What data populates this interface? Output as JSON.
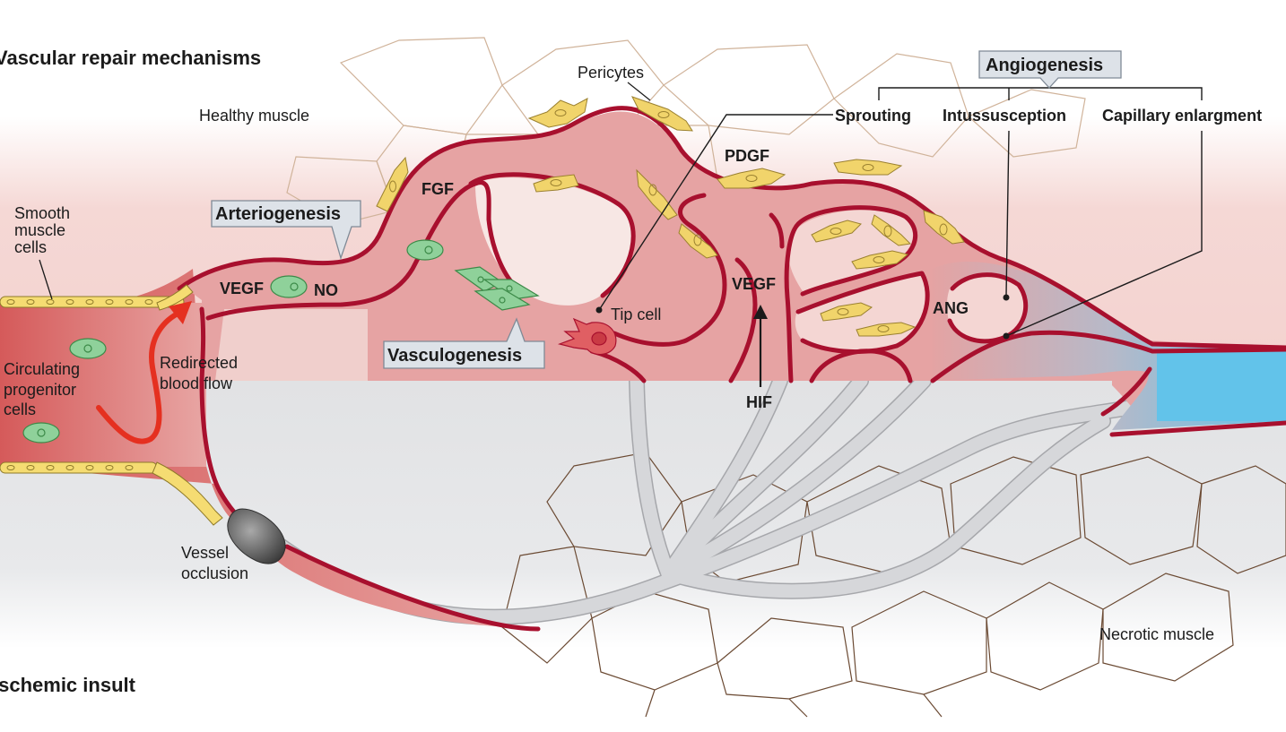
{
  "titles": {
    "top": "Vascular repair mechanisms",
    "bottom": "Ischemic insult"
  },
  "regions": {
    "healthy": "Healthy muscle",
    "necrotic": "Necrotic muscle"
  },
  "labels": {
    "smooth_muscle_cells": [
      "Smooth",
      "muscle",
      "cells"
    ],
    "circulating_progenitor_cells": [
      "Circulating",
      "progenitor",
      "cells"
    ],
    "redirected_blood_flow": [
      "Redirected",
      "blood flow"
    ],
    "vessel_occlusion": [
      "Vessel",
      "occlusion"
    ],
    "pericytes": "Pericytes",
    "tip_cell": "Tip cell"
  },
  "mechanisms": {
    "arteriogenesis": "Arteriogenesis",
    "vasculogenesis": "Vasculogenesis",
    "angiogenesis": "Angiogenesis",
    "angiogenesis_types": [
      "Sprouting",
      "Intussusception",
      "Capillary enlargment"
    ]
  },
  "factors": {
    "vegf_left": "VEGF",
    "no": "NO",
    "fgf": "FGF",
    "pdgf": "PDGF",
    "vegf_mid": "VEGF",
    "hif": "HIF",
    "ang": "ANG"
  },
  "colors": {
    "vessel_wall": "#a8102e",
    "vessel_fill": "#e6a3a3",
    "vessel_dark": "#d15b5b",
    "healthy_band": "#f5d8d5",
    "necrotic_band": "#e3e4e6",
    "dead_vessel": "#d4d5d8",
    "blue_flow": "#62c3ea",
    "progenitor_cell": "#8fd19a",
    "pericyte": "#f1d46b",
    "smooth_muscle": "#f5dc72",
    "arrow": "#e53020",
    "healthy_cell_outline": "#c7a78a",
    "necrotic_cell_outline": "#6b4a33"
  }
}
